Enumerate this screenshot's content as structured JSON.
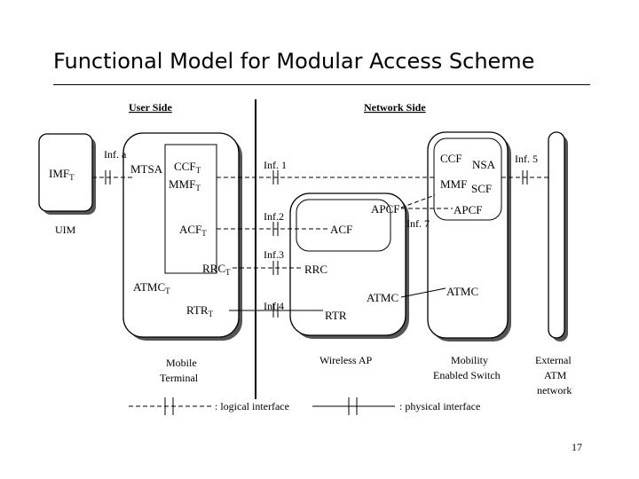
{
  "slide": {
    "title": "Functional Model for Modular Access Scheme",
    "page_number": "17"
  },
  "headers": {
    "user_side": "User Side",
    "network_side": "Network Side"
  },
  "uim": {
    "label": "UIM",
    "imf": "IMF",
    "imf_sub": "T"
  },
  "interfaces": {
    "inf_a": "Inf. a",
    "inf_1": "Inf. 1",
    "inf_2": "Inf.2",
    "inf_3": "Inf.3",
    "inf_4": "Inf.4",
    "inf_5": "Inf. 5",
    "inf_7": "Inf. 7"
  },
  "mobile_terminal": {
    "label_line1": "Mobile",
    "label_line2": "Terminal",
    "mtsa": "MTSA",
    "cct": "CCF",
    "cct_sub": "T",
    "mmf": "MMF",
    "mmf_sub": "T",
    "acf": "ACF",
    "acf_sub": "T",
    "rrc": "RRC",
    "rrc_sub": "T",
    "atmc": "ATMC",
    "atmc_sub": "T",
    "rtr": "RTR",
    "rtr_sub": "T"
  },
  "wireless_ap": {
    "label": "Wireless AP",
    "apcf": "APCF",
    "acf": "ACF",
    "rrc": "RRC",
    "atmc": "ATMC",
    "rtr": "RTR"
  },
  "switch": {
    "label_line1": "Mobility",
    "label_line2": "Enabled Switch",
    "ccf": "CCF",
    "nsa": "NSA",
    "mmf": "MMF",
    "scf": "SCF",
    "apcf": "APCF",
    "atmc": "ATMC"
  },
  "external": {
    "line1": "External",
    "line2": "ATM",
    "line3": "network"
  },
  "legend": {
    "logical": ": logical interface",
    "physical": ": physical interface"
  }
}
